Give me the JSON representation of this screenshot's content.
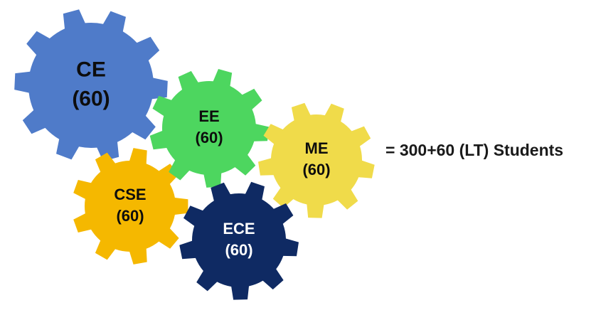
{
  "gears": [
    {
      "id": "ce",
      "name": "CE",
      "seats": "(60)",
      "color": "#4f7bc9",
      "text_color": "#0d0d0d"
    },
    {
      "id": "ee",
      "name": "EE",
      "seats": "(60)",
      "color": "#4dd65f",
      "text_color": "#0d0d0d"
    },
    {
      "id": "me",
      "name": "ME",
      "seats": "(60)",
      "color": "#f0db4a",
      "text_color": "#0d0d0d"
    },
    {
      "id": "cse",
      "name": "CSE",
      "seats": "(60)",
      "color": "#f5b800",
      "text_color": "#0d0d0d"
    },
    {
      "id": "ece",
      "name": "ECE",
      "seats": "(60)",
      "color": "#0f2a63",
      "text_color": "#ffffff"
    }
  ],
  "total": "=  300+60 (LT) Students"
}
